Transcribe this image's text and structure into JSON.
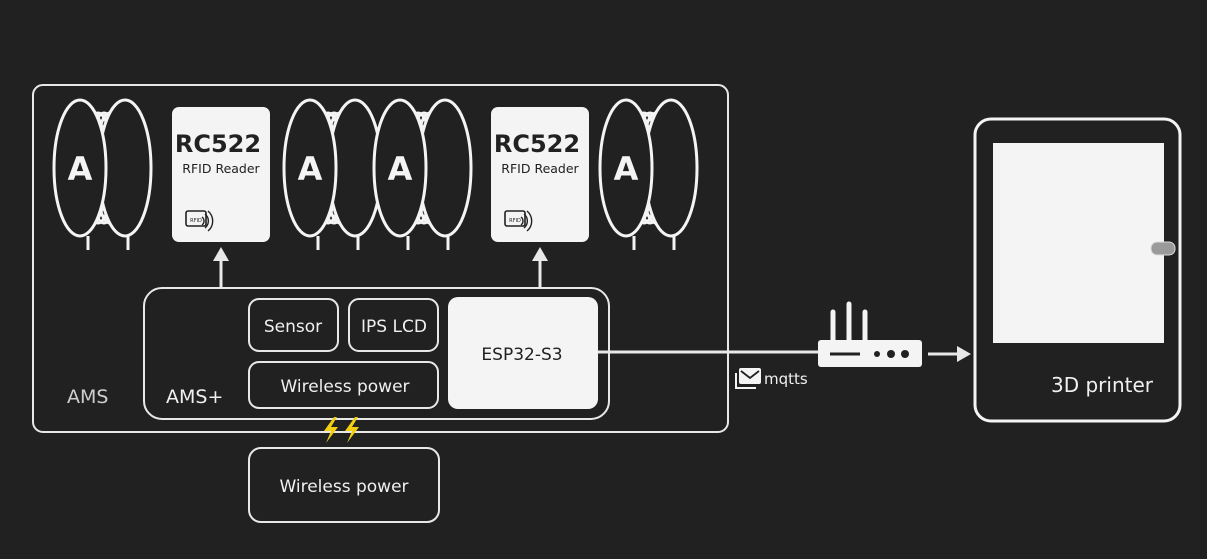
{
  "ams": {
    "label": "AMS"
  },
  "ams_plus": {
    "label": "AMS+"
  },
  "spool_letter": "A",
  "reader": {
    "title": "RC522",
    "subtitle": "RFID Reader",
    "icon_text": "RFID"
  },
  "modules": {
    "sensor": "Sensor",
    "ips_lcd": "IPS LCD",
    "esp32": "ESP32-S3",
    "wireless_power_inner": "Wireless power",
    "wireless_power_outer": "Wireless power"
  },
  "link": {
    "protocol": "mqtts"
  },
  "printer": {
    "label": "3D printer"
  },
  "colors": {
    "background": "#212121",
    "stroke": "#e8e8e8",
    "fill_light": "#f4f4f4",
    "lightning": "#f2cf10"
  }
}
